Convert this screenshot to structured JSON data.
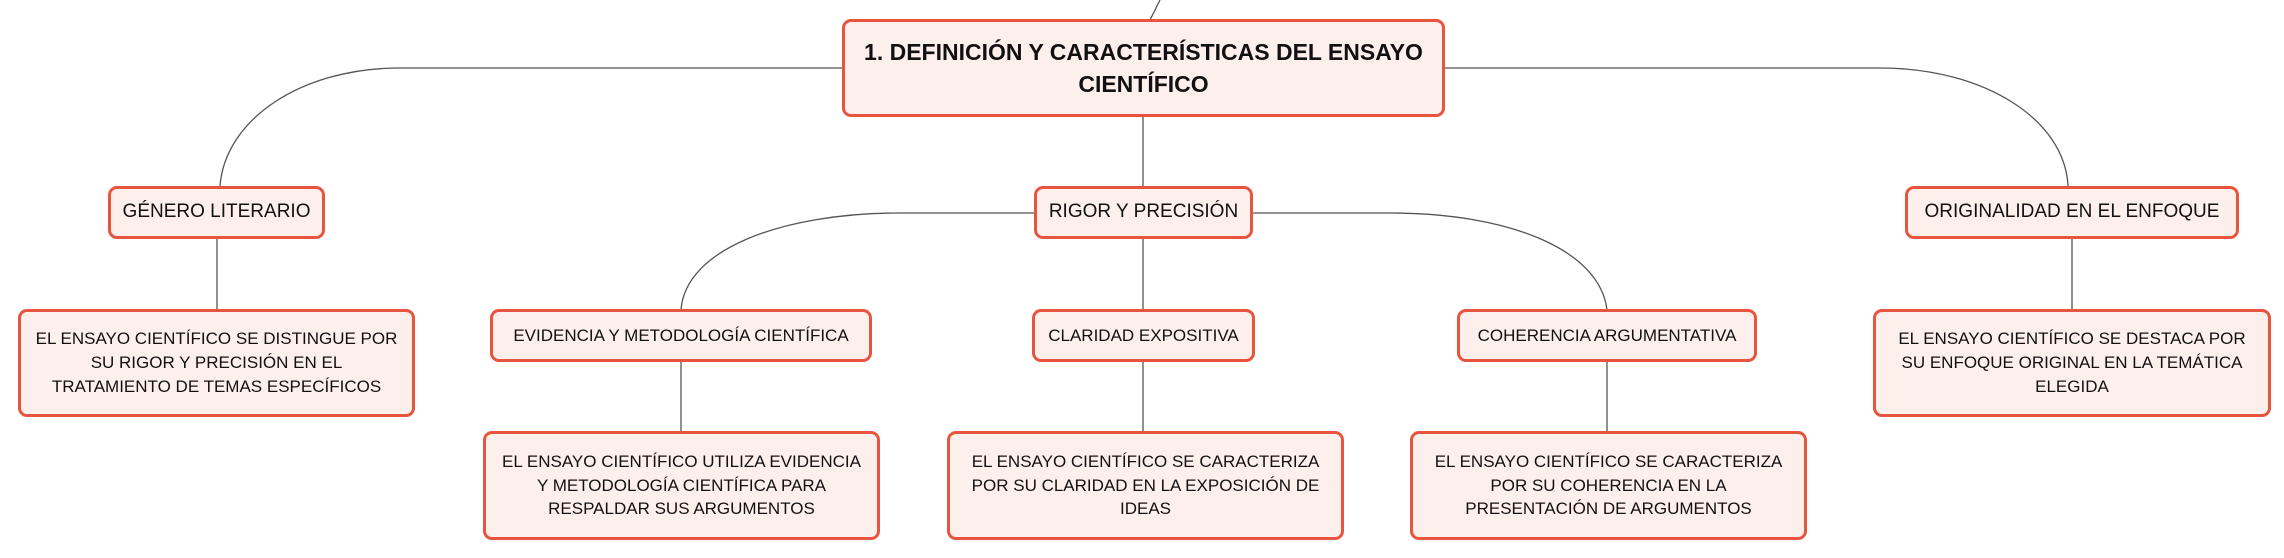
{
  "root": {
    "title": "1. DEFINICIÓN Y CARACTERÍSTICAS DEL ENSAYO CIENTÍFICO"
  },
  "branches": {
    "genero": {
      "title": "GÉNERO LITERARIO",
      "detail": "EL ENSAYO CIENTÍFICO SE DISTINGUE POR SU RIGOR Y PRECISIÓN EN EL TRATAMIENTO DE TEMAS ESPECÍFICOS"
    },
    "rigor": {
      "title": "RIGOR Y PRECISIÓN",
      "children": {
        "evidencia": {
          "title": "EVIDENCIA Y METODOLOGÍA CIENTÍFICA",
          "detail": "EL ENSAYO CIENTÍFICO UTILIZA EVIDENCIA Y METODOLOGÍA CIENTÍFICA PARA RESPALDAR SUS ARGUMENTOS"
        },
        "claridad": {
          "title": "CLARIDAD EXPOSITIVA",
          "detail": "EL ENSAYO CIENTÍFICO SE CARACTERIZA POR SU CLARIDAD EN LA EXPOSICIÓN DE IDEAS"
        },
        "coherencia": {
          "title": "COHERENCIA ARGUMENTATIVA",
          "detail": "EL ENSAYO CIENTÍFICO SE CARACTERIZA POR SU COHERENCIA EN LA PRESENTACIÓN DE ARGUMENTOS"
        }
      }
    },
    "originalidad": {
      "title": "ORIGINALIDAD EN EL ENFOQUE",
      "detail": "EL ENSAYO CIENTÍFICO SE DESTACA POR SU ENFOQUE ORIGINAL EN LA TEMÁTICA ELEGIDA"
    }
  },
  "colors": {
    "border": "#e8553f",
    "fill": "#fdf0ec",
    "connector": "#555555"
  }
}
